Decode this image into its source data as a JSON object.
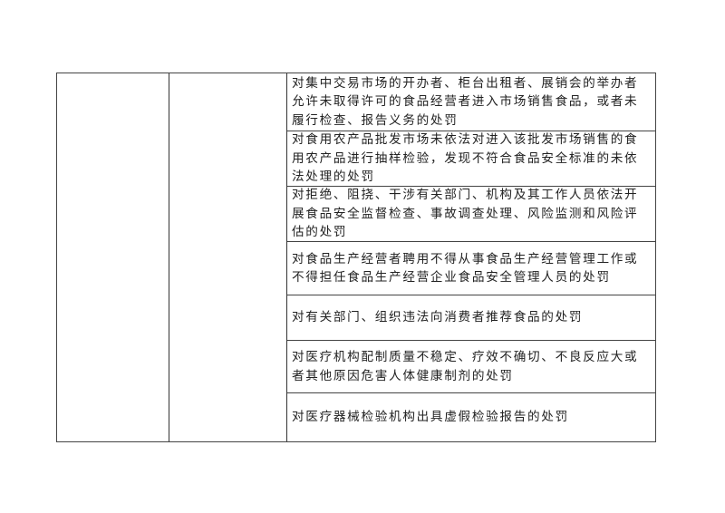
{
  "table": {
    "rows": [
      {
        "text": "对集中交易市场的开办者、柜台出租者、展销会的举办者允许未取得许可的食品经营者进入市场销售食品，或者未履行检查、报告义务的处罚"
      },
      {
        "text": "对食用农产品批发市场未依法对进入该批发市场销售的食用农产品进行抽样检验，发现不符合食品安全标准的未依法处理的处罚"
      },
      {
        "text": "对拒绝、阻挠、干涉有关部门、机构及其工作人员依法开展食品安全监督检查、事故调查处理、风险监测和风险评估的处罚"
      },
      {
        "text": "对食品生产经营者聘用不得从事食品生产经营管理工作或不得担任食品生产经营企业食品安全管理人员的处罚"
      },
      {
        "text": "对有关部门、组织违法向消费者推荐食品的处罚"
      },
      {
        "text": "对医疗机构配制质量不稳定、疗效不确切、不良反应大或者其他原因危害人体健康制剂的处罚"
      },
      {
        "text": "对医疗器械检验机构出具虚假检验报告的处罚"
      }
    ]
  }
}
